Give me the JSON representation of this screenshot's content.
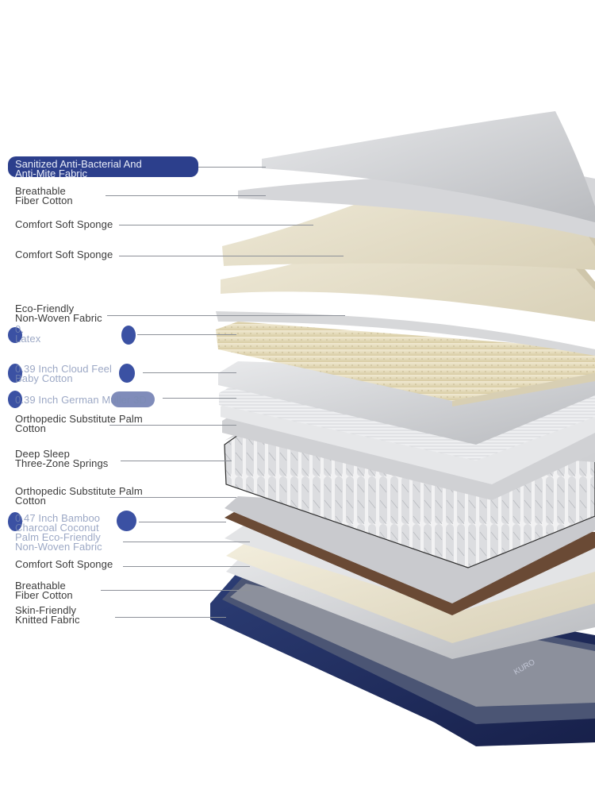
{
  "layers": [
    {
      "label": "Sanitized Anti-Bacterial And\nAnti-Mite Fabric",
      "highlight": true
    },
    {
      "label": "Breathable\nFiber Cotton"
    },
    {
      "label": "Comfort Soft Sponge"
    },
    {
      "label": "Comfort Soft Sponge"
    },
    {
      "label": "Eco-Friendly\nNon-Woven Fabric"
    },
    {
      "label": "0.\nLatex",
      "marker": true
    },
    {
      "label": "0.39 Inch Cloud Feel\nBaby Cotton",
      "marker": true
    },
    {
      "label": "0.39 Inch German Muller 3D",
      "marker": true
    },
    {
      "label": "Orthopedic Substitute Palm\nCotton"
    },
    {
      "label": "Deep Sleep\nThree-Zone Springs"
    },
    {
      "label": "Orthopedic Substitute Palm\nCotton"
    },
    {
      "label": "0.47 Inch Bamboo\nCharcoal Coconut\nPalm Eco-Friendly\nNon-Woven Fabric",
      "marker": true
    },
    {
      "label": "Comfort Soft Sponge"
    },
    {
      "label": "Breathable\nFiber Cotton"
    },
    {
      "label": "Skin-Friendly\nKnitted Fabric"
    }
  ],
  "brand_mark": "KURO",
  "colors": {
    "accent": "#2c3f8c",
    "cover": "#1f2d5e",
    "sponge": "#ede7d3",
    "fiber": "#d7d8da",
    "coir": "#6a4a35"
  }
}
